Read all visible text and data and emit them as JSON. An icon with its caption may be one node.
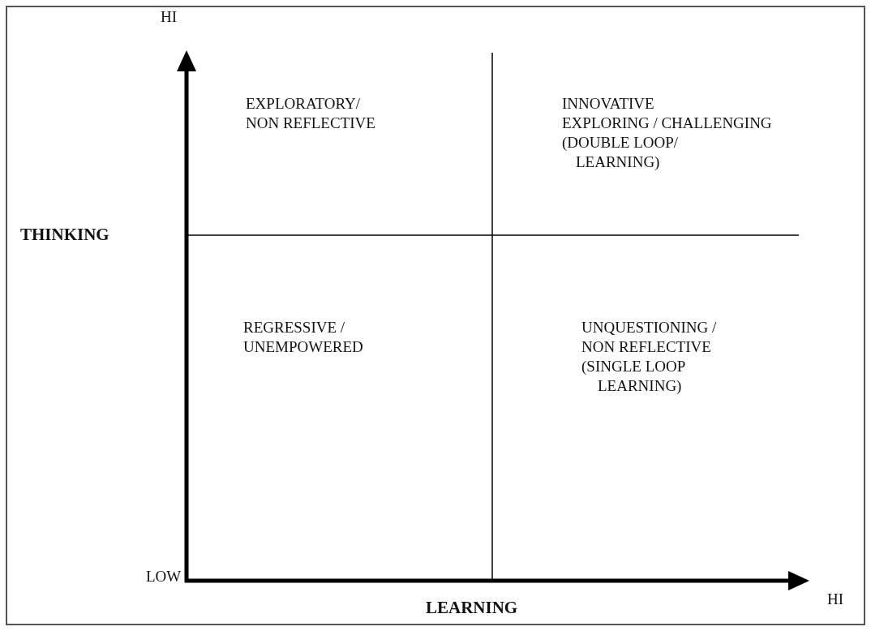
{
  "diagram": {
    "labels": [
      "HI",
      "EXPLORATORY/",
      "INNOVATIVE",
      "NON REFLECTIVE",
      "EXPLORING / CHALLENGING",
      "(DOUBLE LOOP/",
      "LEARNING)",
      "THINKING",
      "REGRESSIVE /",
      "UNQUESTIONING /",
      "UNEMPOWERED",
      "NON REFLECTIVE",
      "(SINGLE LOOP",
      "LEARNING)",
      "LOW",
      "HI",
      "LEARNING"
    ]
  }
}
